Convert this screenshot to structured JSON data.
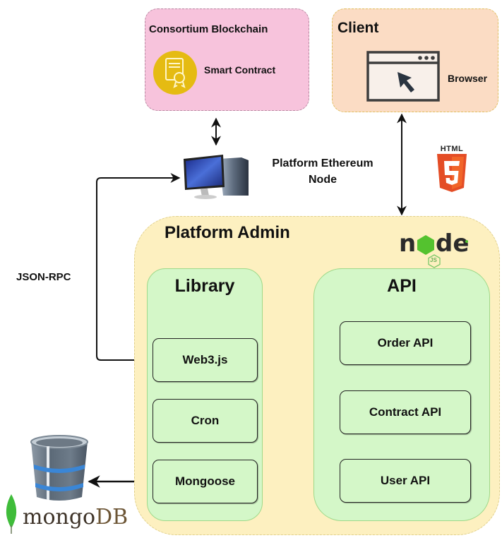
{
  "blockchain": {
    "title": "Consortium Blockchain",
    "contract_label": "Smart Contract",
    "contract_icon": "certificate-icon",
    "color": "#f7c3dc"
  },
  "client": {
    "title": "Client",
    "browser_label": "Browser",
    "browser_icon": "browser-window-icon",
    "color": "#fbdcc4"
  },
  "ethereum_node": {
    "label_line1": "Platform Ethereum",
    "label_line2": "Node",
    "icon": "desktop-computer-icon"
  },
  "html5": {
    "label": "HTML",
    "glyph": "5"
  },
  "platform_admin": {
    "title": "Platform Admin",
    "color": "#fdf0c0",
    "logo": {
      "word": "node",
      "badge": "JS"
    }
  },
  "library": {
    "title": "Library",
    "modules": [
      "Web3.js",
      "Cron",
      "Mongoose"
    ]
  },
  "api": {
    "title": "API",
    "modules": [
      "Order API",
      "Contract API",
      "User API"
    ]
  },
  "connections": {
    "jsonrpc_label": "JSON-RPC"
  },
  "database": {
    "brand_part1": "mongo",
    "brand_part2": "DB"
  }
}
